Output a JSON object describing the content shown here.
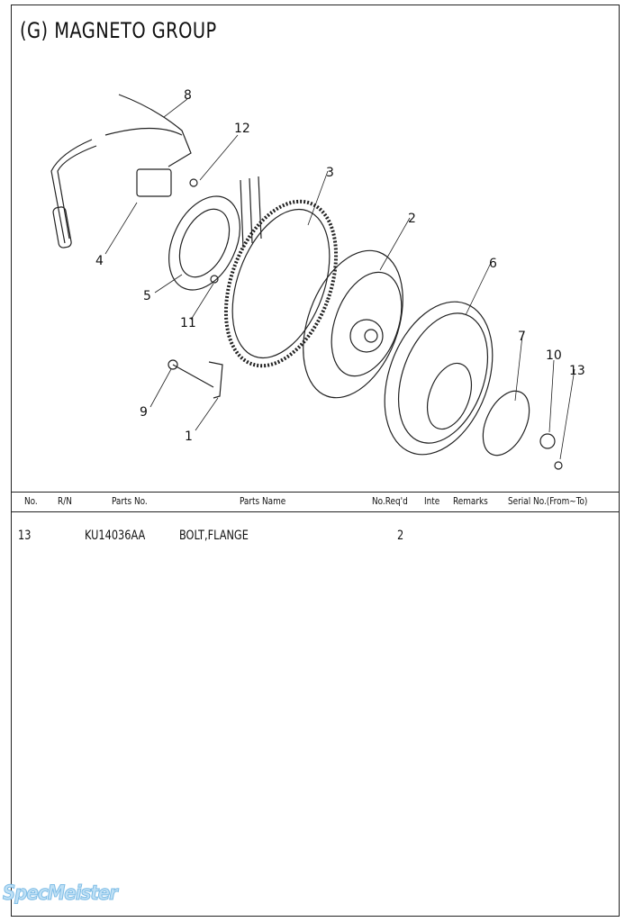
{
  "title": "(G) MAGNETO GROUP",
  "diagram": {
    "callouts": [
      "8",
      "12",
      "3",
      "2",
      "6",
      "4",
      "5",
      "11",
      "7",
      "10",
      "13",
      "9",
      "1"
    ]
  },
  "table": {
    "headers": {
      "no": "No.",
      "rn": "R/N",
      "parts_no": "Parts No.",
      "parts_name": "Parts Name",
      "req": "No.Req'd",
      "inte": "Inte",
      "remarks": "Remarks",
      "serial": "Serial No.(From~To)"
    },
    "rows": [
      {
        "no": "13",
        "rn": "",
        "parts_no": "KU14036AA",
        "parts_name": "BOLT,FLANGE",
        "req": "2",
        "inte": "",
        "remarks": "",
        "serial": ""
      }
    ]
  },
  "watermark": "SpecMeister"
}
